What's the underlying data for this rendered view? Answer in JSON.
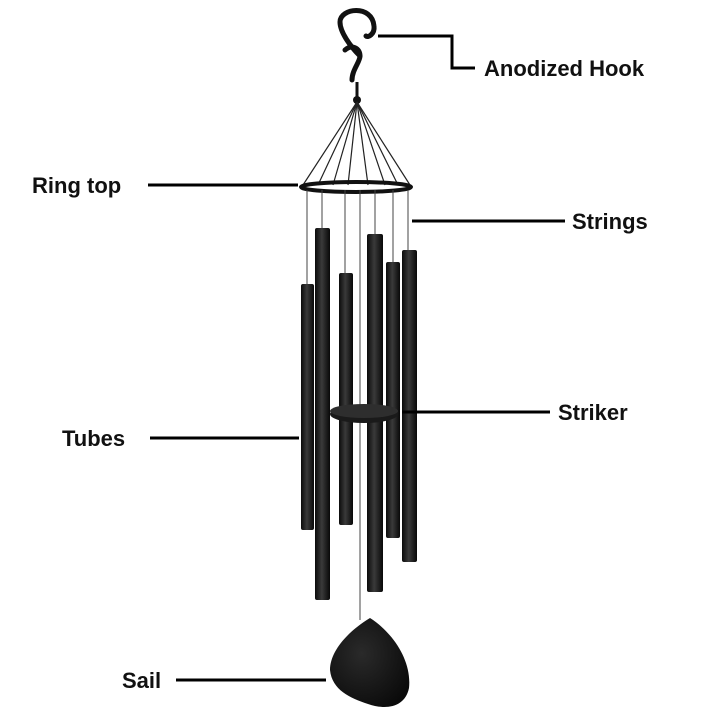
{
  "labels": {
    "hook": "Anodized Hook",
    "ring_top": "Ring top",
    "strings": "Strings",
    "striker": "Striker",
    "tubes": "Tubes",
    "sail": "Sail"
  },
  "colors": {
    "background": "#ffffff",
    "chime_black": "#111111",
    "tube_highlight": "#3a3a3a",
    "leader_line": "#000000"
  },
  "parts": {
    "tube_count": 6,
    "icons": [
      "hook-icon",
      "ring-top-icon",
      "tube-icon",
      "striker-disc-icon",
      "sail-icon"
    ]
  }
}
